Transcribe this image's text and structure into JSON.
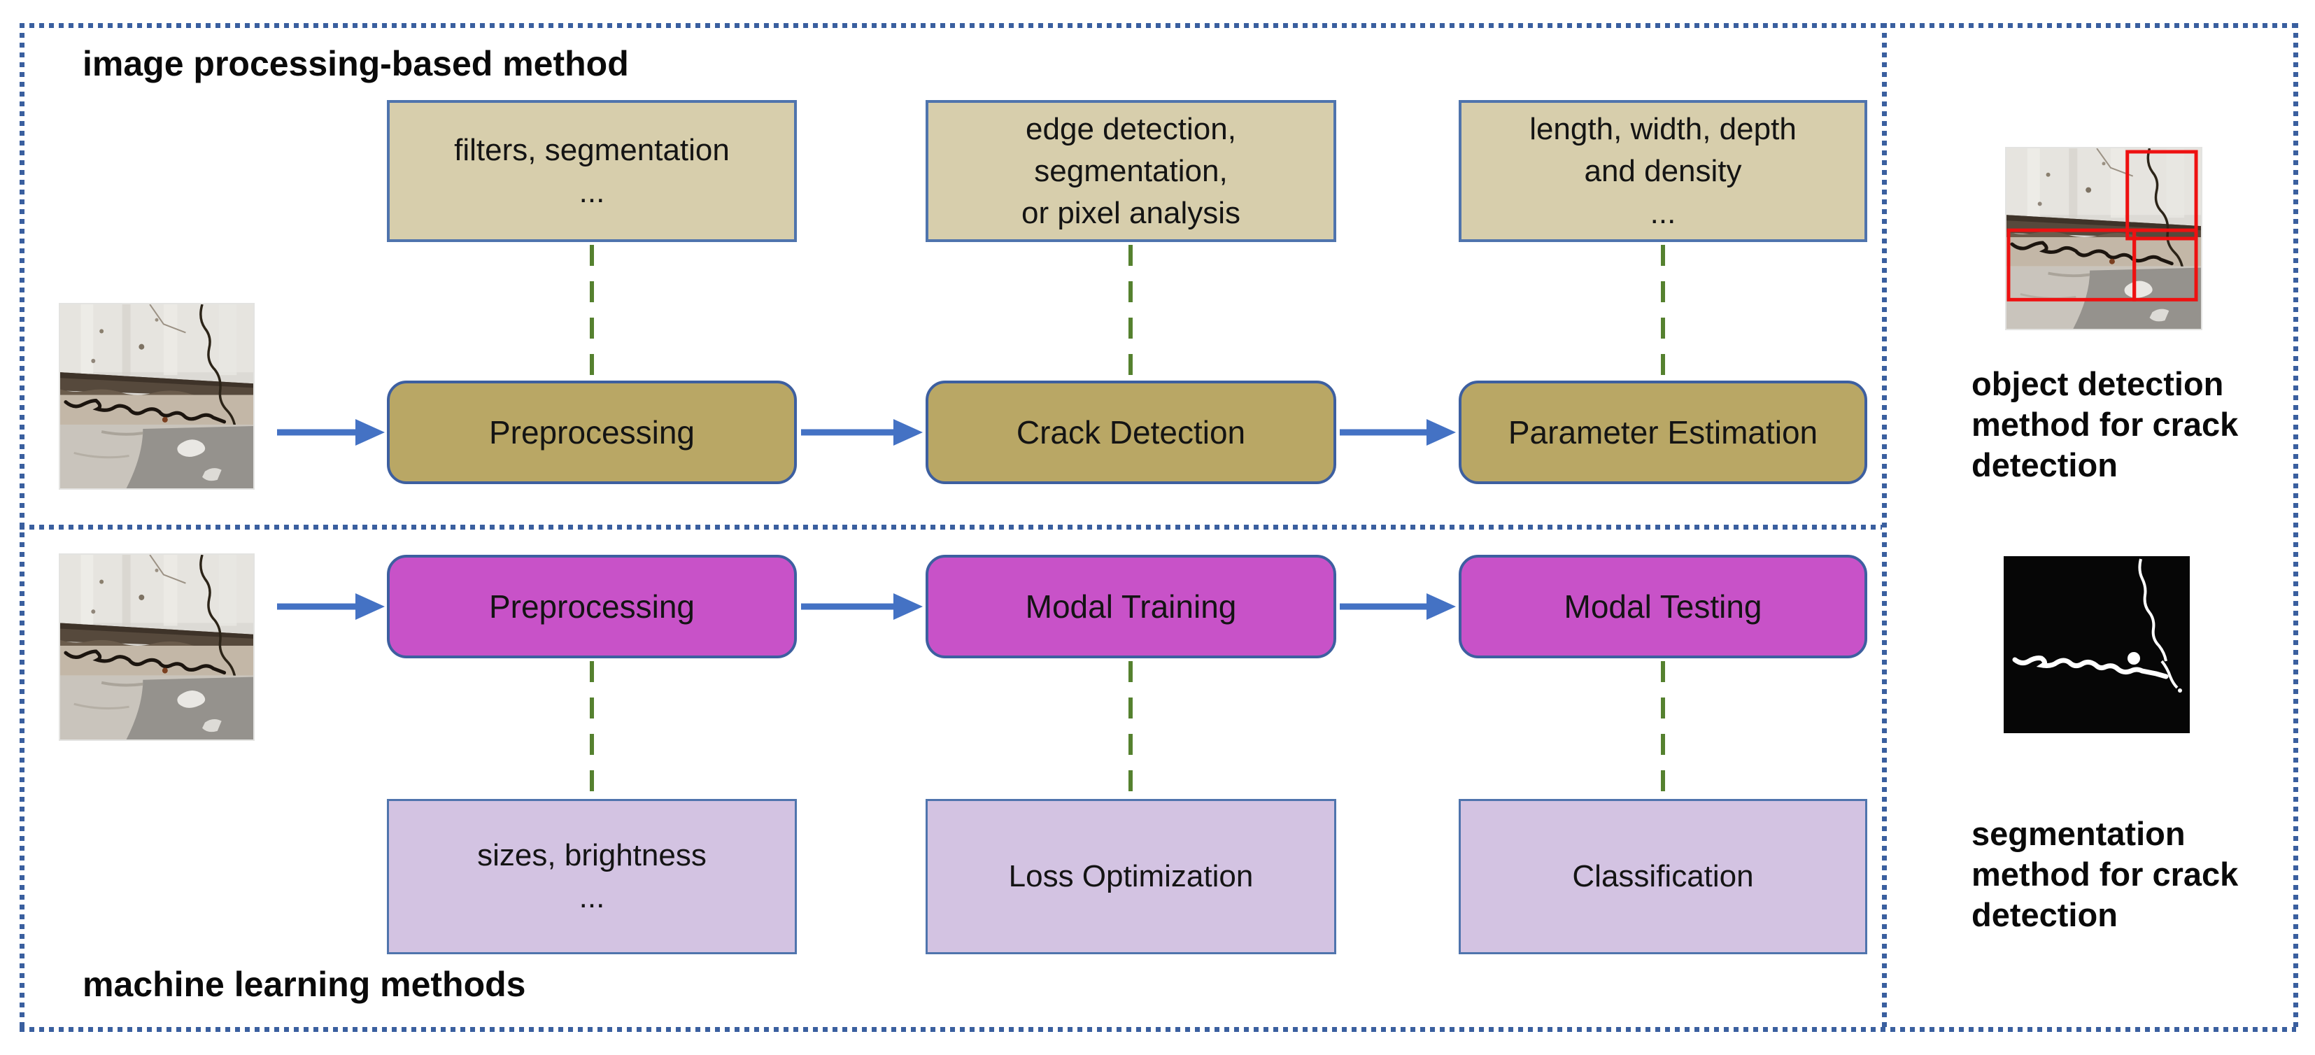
{
  "top_section": {
    "title": "image processing-based method",
    "detail_boxes": [
      {
        "lines": [
          "filters, segmentation",
          "..."
        ]
      },
      {
        "lines": [
          "edge detection,",
          "segmentation,",
          "or pixel analysis"
        ]
      },
      {
        "lines": [
          "length, width, depth",
          "and density",
          "..."
        ]
      }
    ],
    "process_boxes": [
      {
        "label": "Preprocessing"
      },
      {
        "label": "Crack Detection"
      },
      {
        "label": "Parameter Estimation"
      }
    ]
  },
  "bottom_section": {
    "title": "machine learning methods",
    "process_boxes": [
      {
        "label": "Preprocessing"
      },
      {
        "label": "Modal Training"
      },
      {
        "label": "Modal Testing"
      }
    ],
    "detail_boxes": [
      {
        "lines": [
          "sizes, brightness",
          "..."
        ]
      },
      {
        "lines": [
          "Loss Optimization"
        ]
      },
      {
        "lines": [
          "Classification"
        ]
      }
    ]
  },
  "right_panel": {
    "captions": [
      "object detection method for crack detection",
      "segmentation method for crack detection"
    ]
  },
  "figures": {
    "input_photo": "crack-wall-photo",
    "detection_result": "crack-photo-with-red-detection-boxes",
    "segmentation_result": "binary-crack-segmentation-mask"
  },
  "colors": {
    "tan_fill": "#d7ceac",
    "olive_fill": "#b9a765",
    "magenta_fill": "#c852c8",
    "purple_fill": "#d3c3e2",
    "box_border_blue": "#3d5fa0",
    "arrow_blue": "#4472c4",
    "dashed_green": "#55812f",
    "dotted_frame_blue": "#3a5f9f",
    "detection_box_red": "#ee1111"
  }
}
